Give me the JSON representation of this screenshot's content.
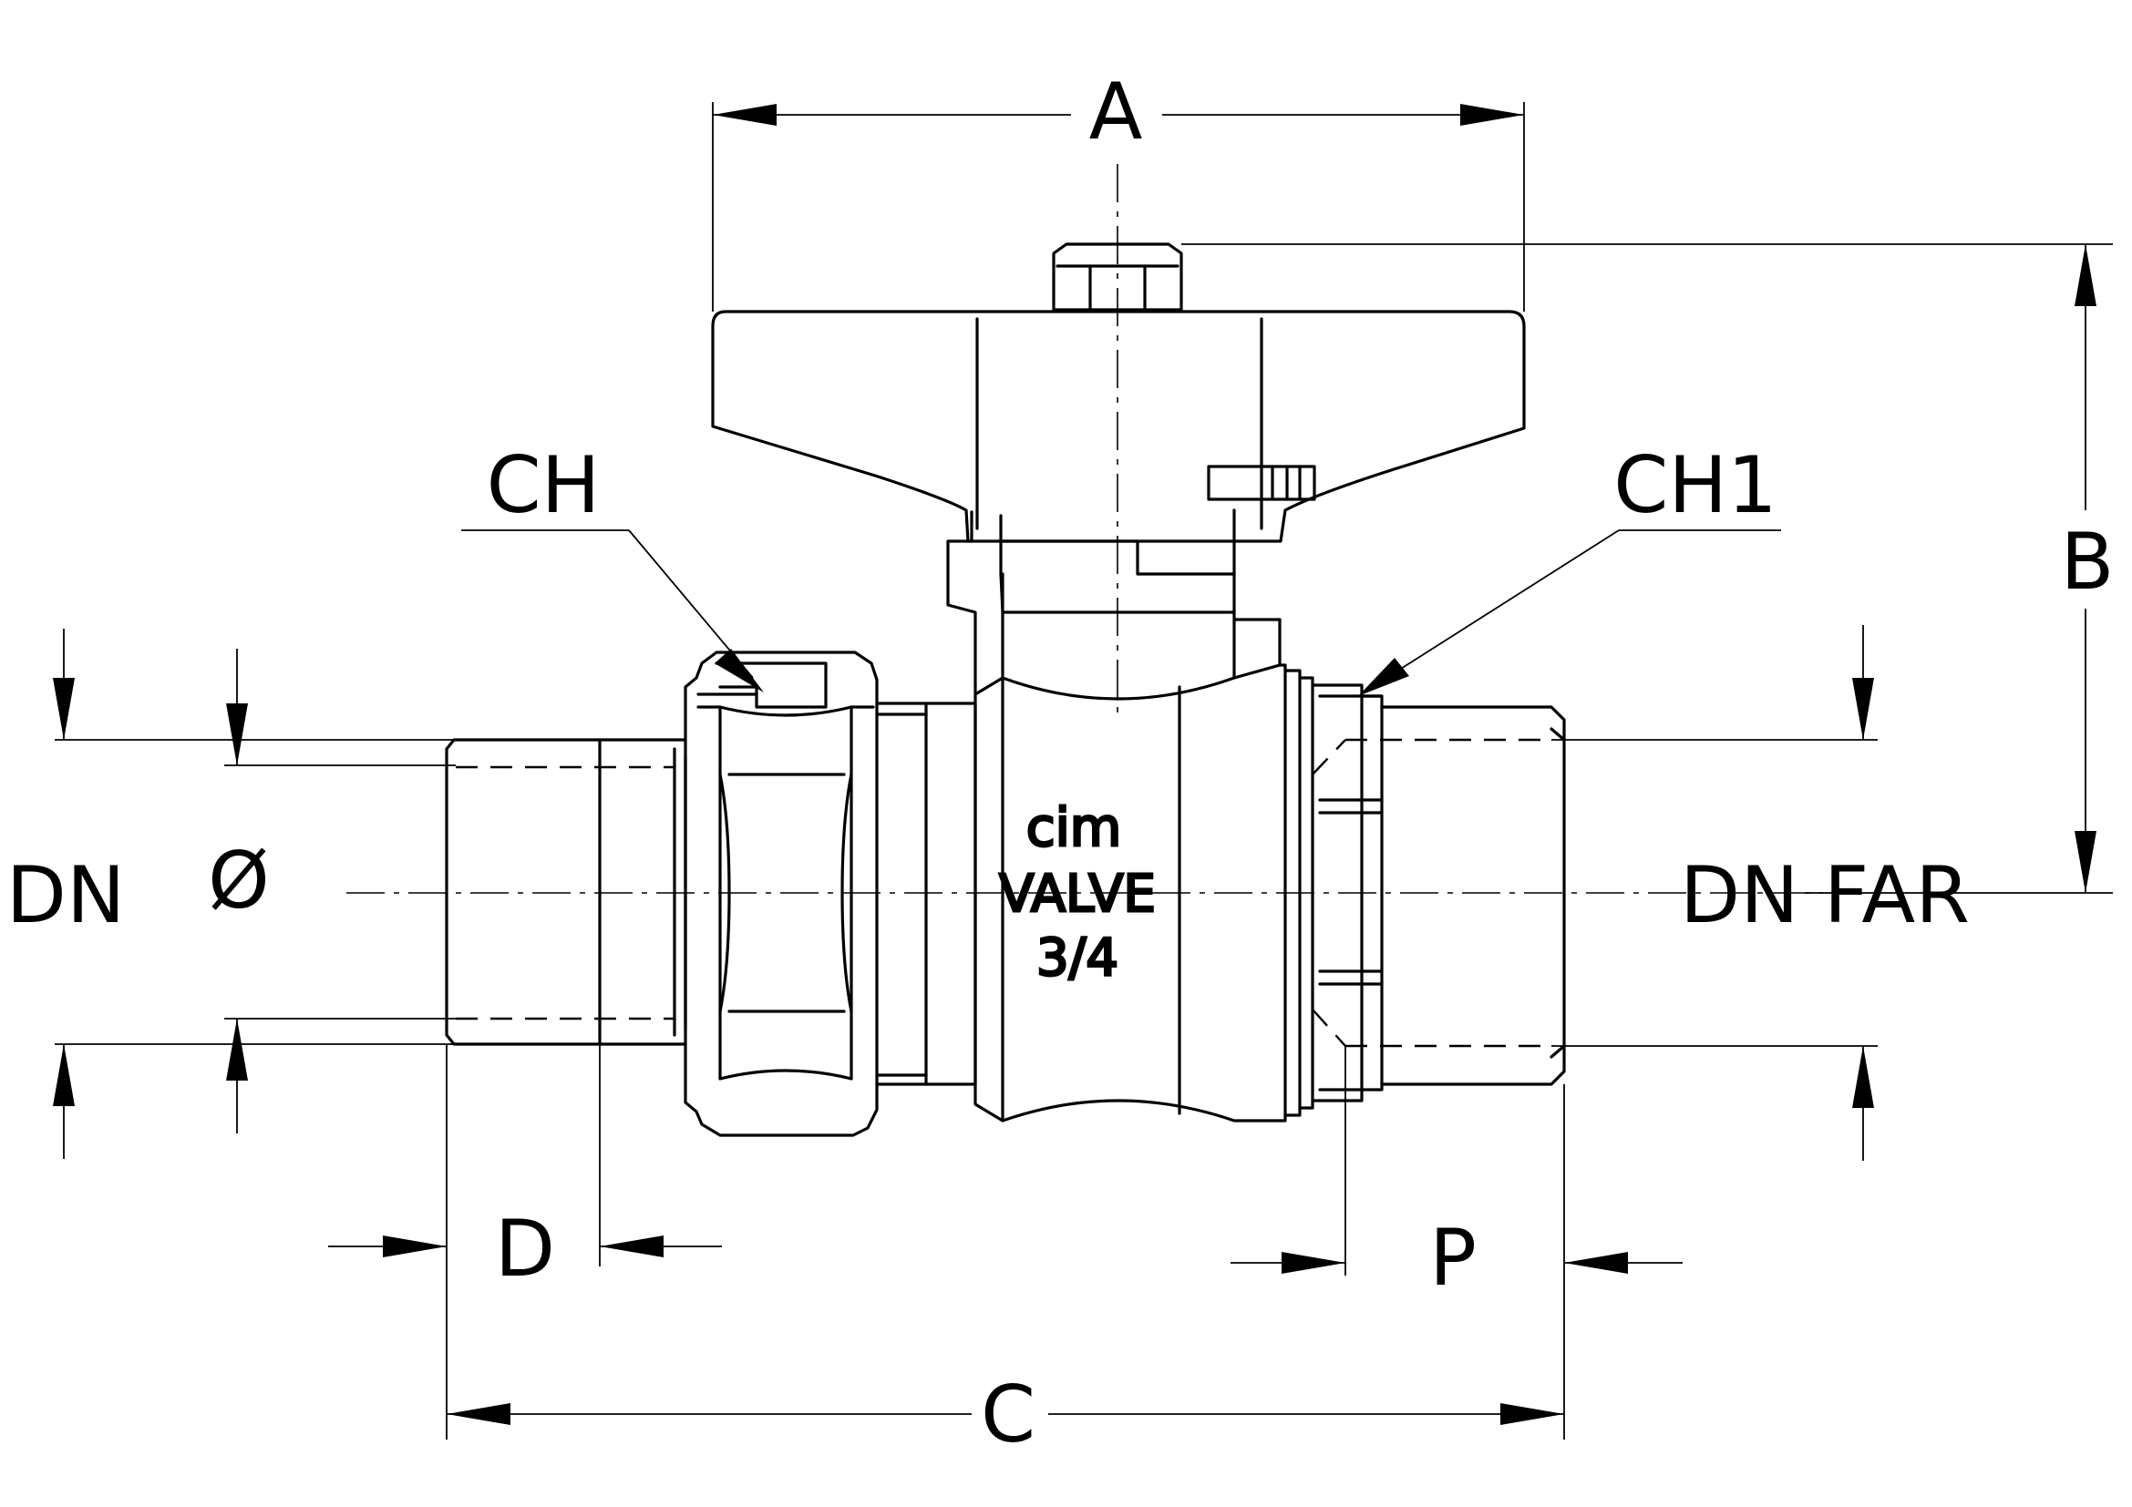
{
  "dimensions": {
    "A": "A",
    "B": "B",
    "C": "C",
    "D": "D",
    "P": "P",
    "CH": "CH",
    "CH1": "CH1",
    "DN_left": "DN",
    "diameter": "Ø",
    "DN_right": "DN FAR"
  },
  "body_marking": {
    "brand": "cim",
    "line2": "VALVE",
    "size": "3/4"
  }
}
